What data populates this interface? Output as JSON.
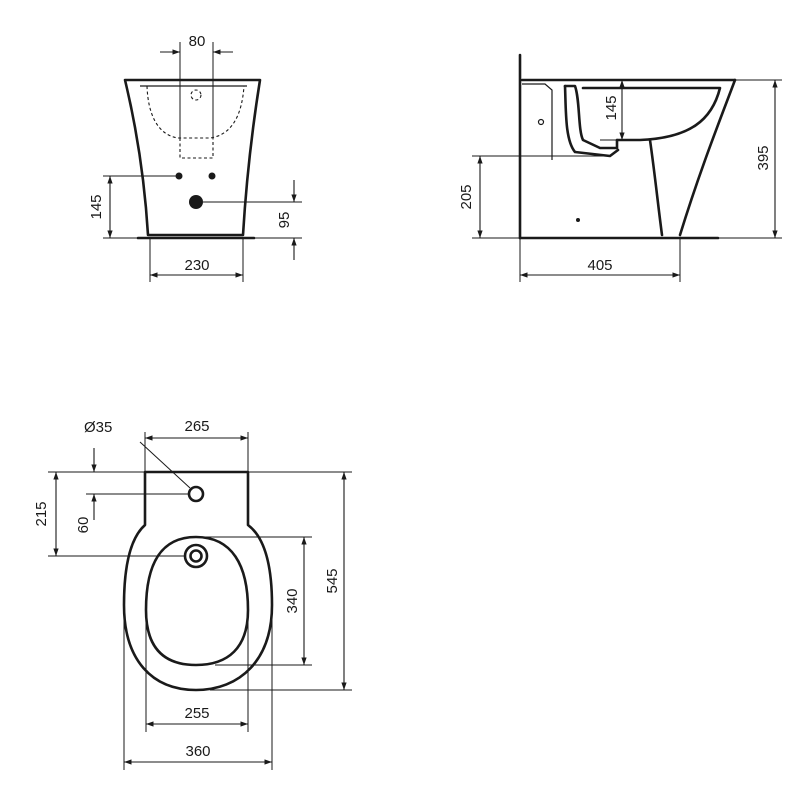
{
  "front_view": {
    "dim_width_top": "80",
    "dim_width_base": "230",
    "dim_height_left": "145",
    "dim_height_right": "95"
  },
  "side_view": {
    "dim_bowl_depth": "145",
    "dim_height_total": "395",
    "dim_height_inlet": "205",
    "dim_depth": "405"
  },
  "top_view": {
    "dim_diameter": "Ø35",
    "dim_hole_offset": "265",
    "dim_hole_from_back": "215",
    "dim_hole_spacing": "60",
    "dim_bowl_length": "340",
    "dim_total_length": "545",
    "dim_bowl_width": "255",
    "dim_total_width": "360"
  }
}
